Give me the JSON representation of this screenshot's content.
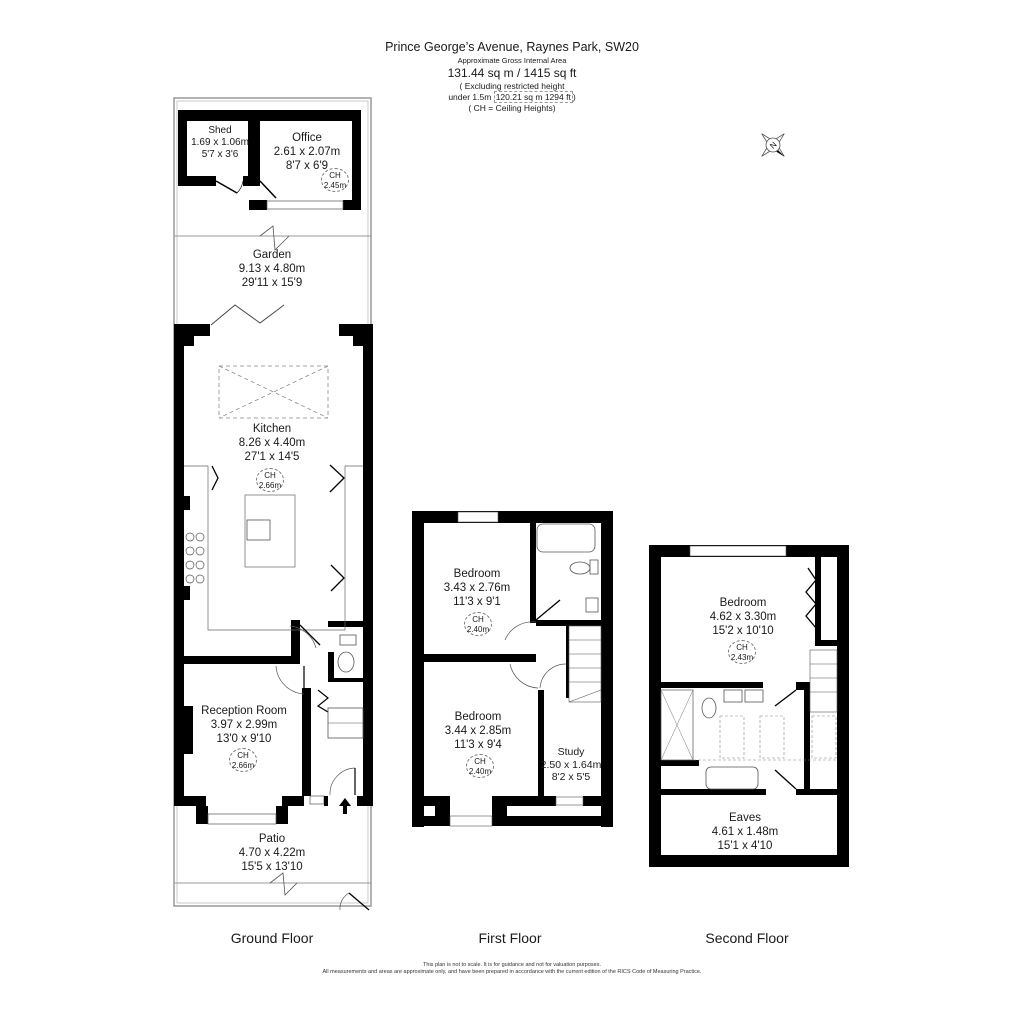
{
  "header": {
    "address": "Prince George’s Avenue, Raynes Park, SW20",
    "area_label": "Approximate Gross Internal Area",
    "area_value": "131.44 sq m / 1415 sq ft",
    "excl_line1": "( Excluding restricted height",
    "excl_line2_prefix": "under 1.5m ",
    "excl_line2_value": "120.21 sq m 1294 ft",
    "excl_line2_suffix": ")",
    "ch_legend": "( CH = Ceiling Heights)"
  },
  "compass": {
    "icon": "compass-north-icon",
    "letter": "N"
  },
  "rooms": {
    "shed": {
      "name": "Shed",
      "metric": "1.69 x 1.06m",
      "imperial": "5'7 x 3'6"
    },
    "office": {
      "name": "Office",
      "metric": "2.61 x 2.07m",
      "imperial": "8'7 x 6'9",
      "ch": "2.45m"
    },
    "garden": {
      "name": "Garden",
      "metric": "9.13 x 4.80m",
      "imperial": "29'11 x 15'9"
    },
    "kitchen": {
      "name": "Kitchen",
      "metric": "8.26 x 4.40m",
      "imperial": "27'1 x 14'5",
      "ch": "2.66m"
    },
    "reception": {
      "name": "Reception Room",
      "metric": "3.97 x 2.99m",
      "imperial": "13'0 x 9'10",
      "ch": "2.66m"
    },
    "patio": {
      "name": "Patio",
      "metric": "4.70 x 4.22m",
      "imperial": "15'5 x 13'10"
    },
    "bedroom_f1_rear": {
      "name": "Bedroom",
      "metric": "3.43 x 2.76m",
      "imperial": "11'3 x 9'1",
      "ch": "2.40m"
    },
    "bedroom_f1_front": {
      "name": "Bedroom",
      "metric": "3.44 x 2.85m",
      "imperial": "11'3 x 9'4",
      "ch": "2.40m"
    },
    "study": {
      "name": "Study",
      "metric": "2.50 x 1.64m",
      "imperial": "8'2 x 5'5"
    },
    "bedroom_f2": {
      "name": "Bedroom",
      "metric": "4.62 x 3.30m",
      "imperial": "15'2 x 10'10",
      "ch": "2.43m"
    },
    "eaves": {
      "name": "Eaves",
      "metric": "4.61 x 1.48m",
      "imperial": "15'1 x 4'10"
    }
  },
  "ch_prefix": "CH",
  "floors": {
    "ground": "Ground Floor",
    "first": "First Floor",
    "second": "Second Floor"
  },
  "disclaimer": {
    "line1": "This plan is not to scale. It is for guidance and not for valuation purposes.",
    "line2": "All measurements and areas are approximate only, and have been prepared in accordance with the current edition of the RICS Code of Measuring Practice."
  },
  "colors": {
    "wall": "#000000",
    "line": "#555555",
    "dashed": "#888888"
  }
}
